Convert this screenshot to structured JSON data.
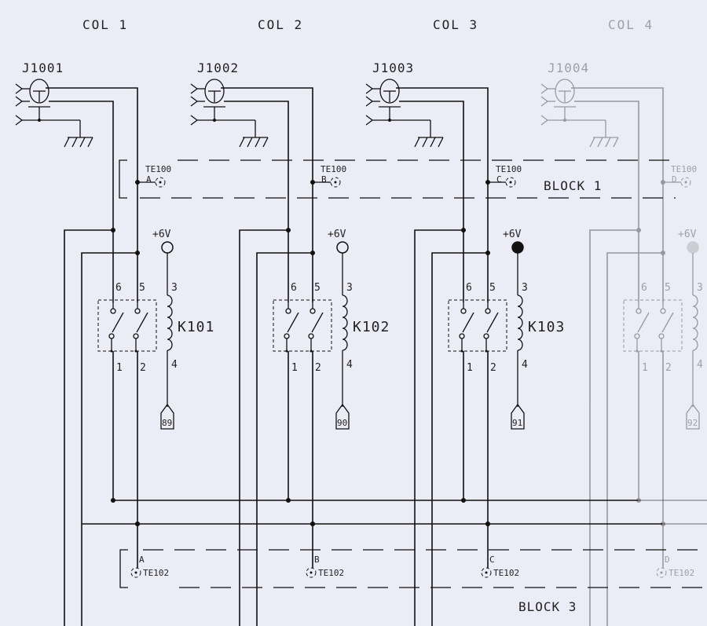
{
  "columns": [
    {
      "label": "COL 1",
      "connector": "J1001",
      "test_point": "TE100",
      "net_letter": "A",
      "supply": "+6V",
      "relay": "K101",
      "terminal": "89",
      "bottom_letter": "A",
      "bottom_test_point": "TE102",
      "pins": [
        "6",
        "5",
        "3",
        "1",
        "2",
        "4"
      ]
    },
    {
      "label": "COL 2",
      "connector": "J1002",
      "test_point": "TE100",
      "net_letter": "B",
      "supply": "+6V",
      "relay": "K102",
      "terminal": "90",
      "bottom_letter": "B",
      "bottom_test_point": "TE102",
      "pins": [
        "6",
        "5",
        "3",
        "1",
        "2",
        "4"
      ]
    },
    {
      "label": "COL 3",
      "connector": "J1003",
      "test_point": "TE100",
      "net_letter": "C",
      "supply": "+6V",
      "relay": "K103",
      "terminal": "91",
      "bottom_letter": "C",
      "bottom_test_point": "TE102",
      "pins": [
        "6",
        "5",
        "3",
        "1",
        "2",
        "4"
      ]
    },
    {
      "label": "COL 4",
      "connector": "J1004",
      "test_point": "TE100",
      "net_letter": "D",
      "supply": "+6V",
      "relay": "",
      "terminal": "92",
      "bottom_letter": "D",
      "bottom_test_point": "TE102",
      "pins": [
        "6",
        "5",
        "3",
        "1",
        "2",
        "4"
      ]
    }
  ],
  "blocks": {
    "top": "BLOCK 1",
    "bottom": "BLOCK 3"
  },
  "colors": {
    "line": "#111111",
    "background": "#ececf7"
  }
}
